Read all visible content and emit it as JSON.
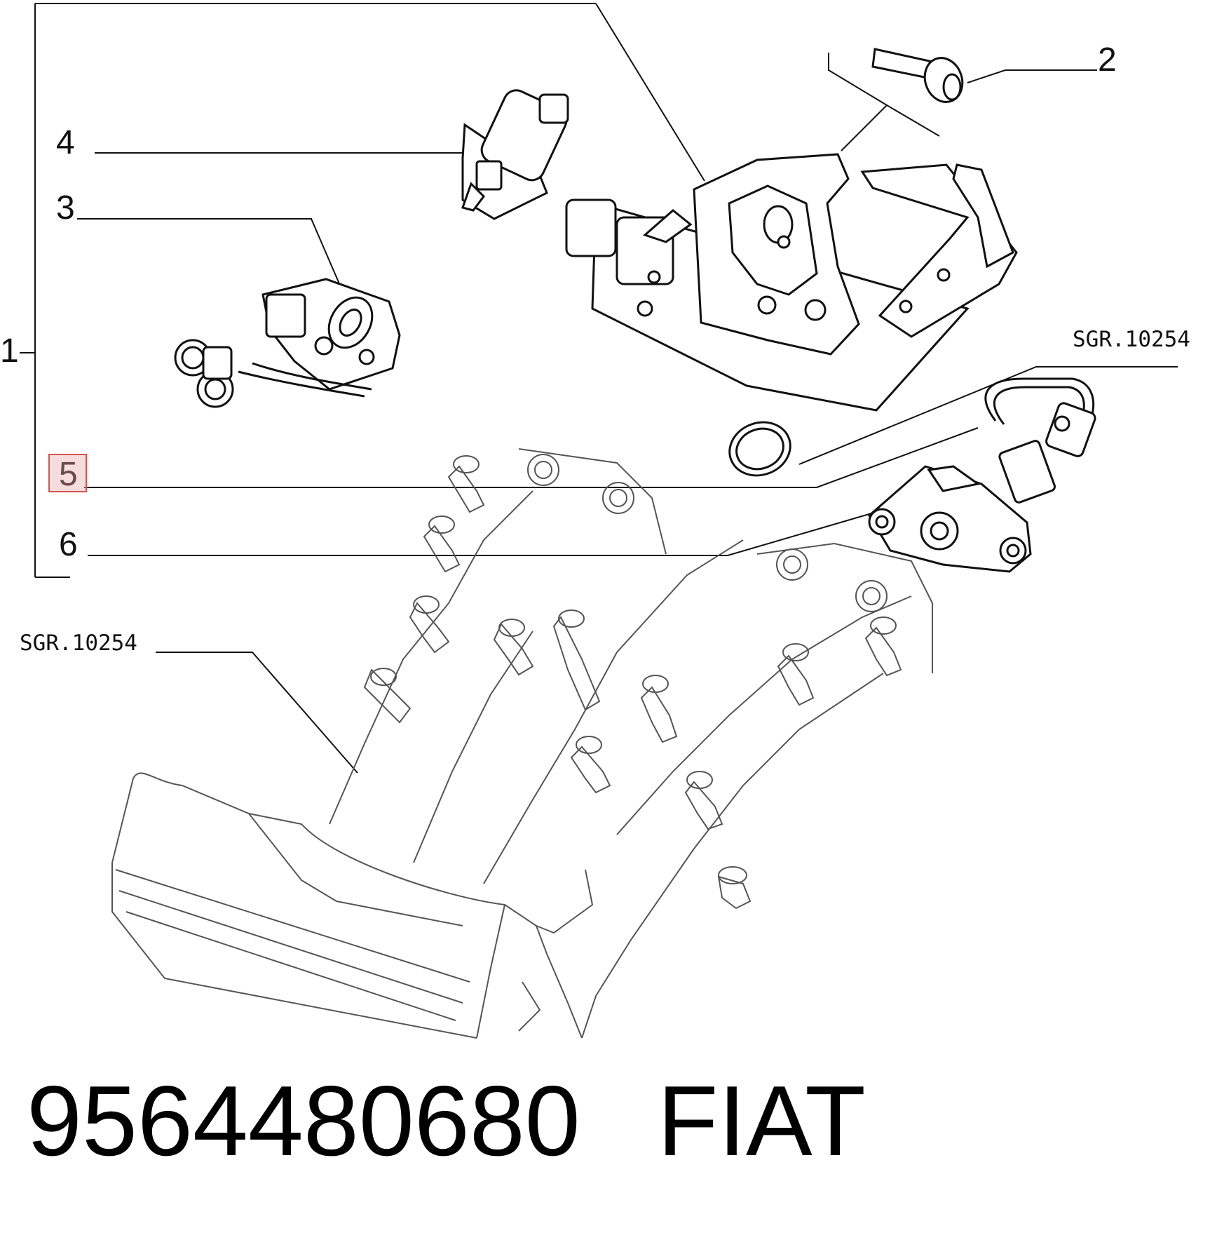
{
  "callouts": {
    "c1": "1",
    "c2": "2",
    "c3": "3",
    "c4": "4",
    "c5": "5",
    "c6": "6"
  },
  "references": {
    "right": "SGR.10254",
    "left": "SGR.10254"
  },
  "highlighted_callout": "5",
  "footer": {
    "part_number": "9564480680",
    "brand": "FIAT"
  },
  "colors": {
    "line": "#111111",
    "ghost": "#666666",
    "highlight_border": "#d9534f",
    "highlight_fill": "#e7aaaa"
  }
}
